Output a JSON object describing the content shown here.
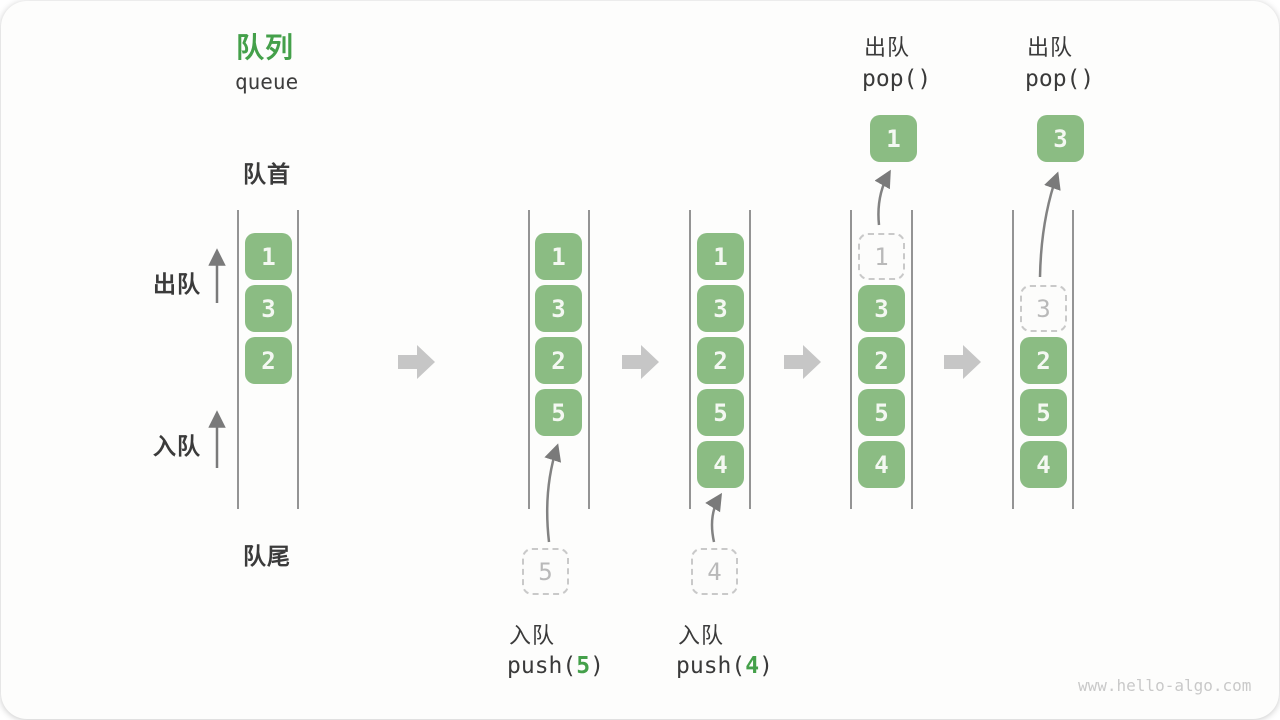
{
  "page": {
    "title": "队列",
    "subtitle": "queue",
    "watermark": "www.hello-algo.com"
  },
  "labels": {
    "front": "队首",
    "rear": "队尾",
    "dequeue": "出队",
    "enqueue": "入队"
  },
  "colors": {
    "accent_green": "#44a04a",
    "box_green": "#8bbc83",
    "text_dark": "#3b3b3b",
    "block_arrow_gray": "#c6c6c6",
    "thin_arrow_gray": "#7a7a7a",
    "dashed_border_gray": "#c9c9c9",
    "ghost_text_gray": "#b9b9b9",
    "watermark_gray": "#c9c9c9"
  },
  "queues": [
    {
      "id": "state-1",
      "items": [
        {
          "value": "1"
        },
        {
          "value": "3"
        },
        {
          "value": "2"
        }
      ]
    },
    {
      "id": "state-2",
      "items": [
        {
          "value": "1"
        },
        {
          "value": "3"
        },
        {
          "value": "2"
        },
        {
          "value": "5"
        }
      ],
      "staged": {
        "value": "5"
      },
      "op": {
        "label": "入队",
        "fn": "push(",
        "arg": "5",
        "close": ")"
      }
    },
    {
      "id": "state-3",
      "items": [
        {
          "value": "1"
        },
        {
          "value": "3"
        },
        {
          "value": "2"
        },
        {
          "value": "5"
        },
        {
          "value": "4"
        }
      ],
      "staged": {
        "value": "4"
      },
      "op": {
        "label": "入队",
        "fn": "push(",
        "arg": "4",
        "close": ")"
      }
    },
    {
      "id": "state-4",
      "ghost": {
        "value": "1"
      },
      "items": [
        {
          "value": "3"
        },
        {
          "value": "2"
        },
        {
          "value": "5"
        },
        {
          "value": "4"
        }
      ],
      "popped": {
        "value": "1"
      },
      "op": {
        "label": "出队",
        "fn": "pop()",
        "arg": "",
        "close": ""
      }
    },
    {
      "id": "state-5",
      "ghost": {
        "value": "3"
      },
      "items": [
        {
          "value": "2"
        },
        {
          "value": "5"
        },
        {
          "value": "4"
        }
      ],
      "popped": {
        "value": "3"
      },
      "op": {
        "label": "出队",
        "fn": "pop()",
        "arg": "",
        "close": ""
      }
    }
  ]
}
